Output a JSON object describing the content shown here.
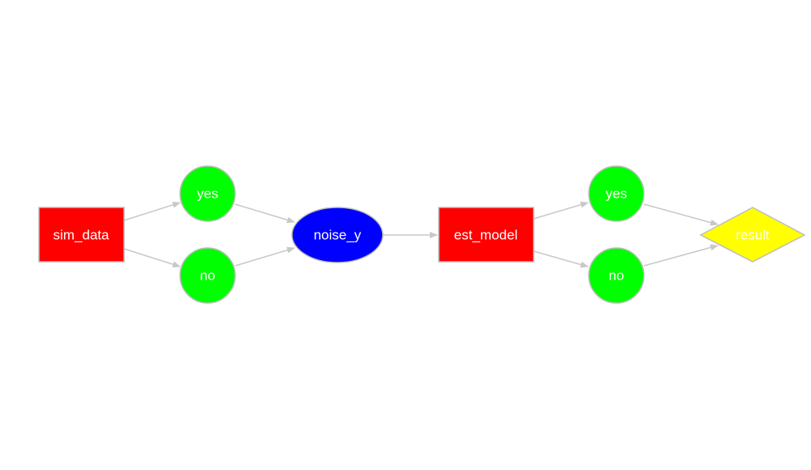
{
  "diagram": {
    "type": "flowchart",
    "direction": "left-to-right",
    "nodes": [
      {
        "id": "sim_data",
        "label": "sim_data",
        "shape": "rectangle",
        "fill": "#ff0000"
      },
      {
        "id": "yes1",
        "label": "yes",
        "shape": "circle",
        "fill": "#00ff00"
      },
      {
        "id": "no1",
        "label": "no",
        "shape": "circle",
        "fill": "#00ff00"
      },
      {
        "id": "noise_y",
        "label": "noise_y",
        "shape": "ellipse",
        "fill": "#0000ff"
      },
      {
        "id": "est_model",
        "label": "est_model",
        "shape": "rectangle",
        "fill": "#ff0000"
      },
      {
        "id": "yes2",
        "label": "yes",
        "shape": "circle",
        "fill": "#00ff00"
      },
      {
        "id": "no2",
        "label": "no",
        "shape": "circle",
        "fill": "#00ff00"
      },
      {
        "id": "result",
        "label": "result",
        "shape": "diamond",
        "fill": "#ffff00"
      }
    ],
    "edges": [
      {
        "from": "sim_data",
        "to": "yes1"
      },
      {
        "from": "sim_data",
        "to": "no1"
      },
      {
        "from": "yes1",
        "to": "noise_y"
      },
      {
        "from": "no1",
        "to": "noise_y"
      },
      {
        "from": "noise_y",
        "to": "est_model"
      },
      {
        "from": "est_model",
        "to": "yes2"
      },
      {
        "from": "est_model",
        "to": "no2"
      },
      {
        "from": "yes2",
        "to": "result"
      },
      {
        "from": "no2",
        "to": "result"
      }
    ],
    "colors": {
      "edge": "#c8c8c8",
      "node_border": "#bdbdbd",
      "label": "#ffffff"
    }
  }
}
